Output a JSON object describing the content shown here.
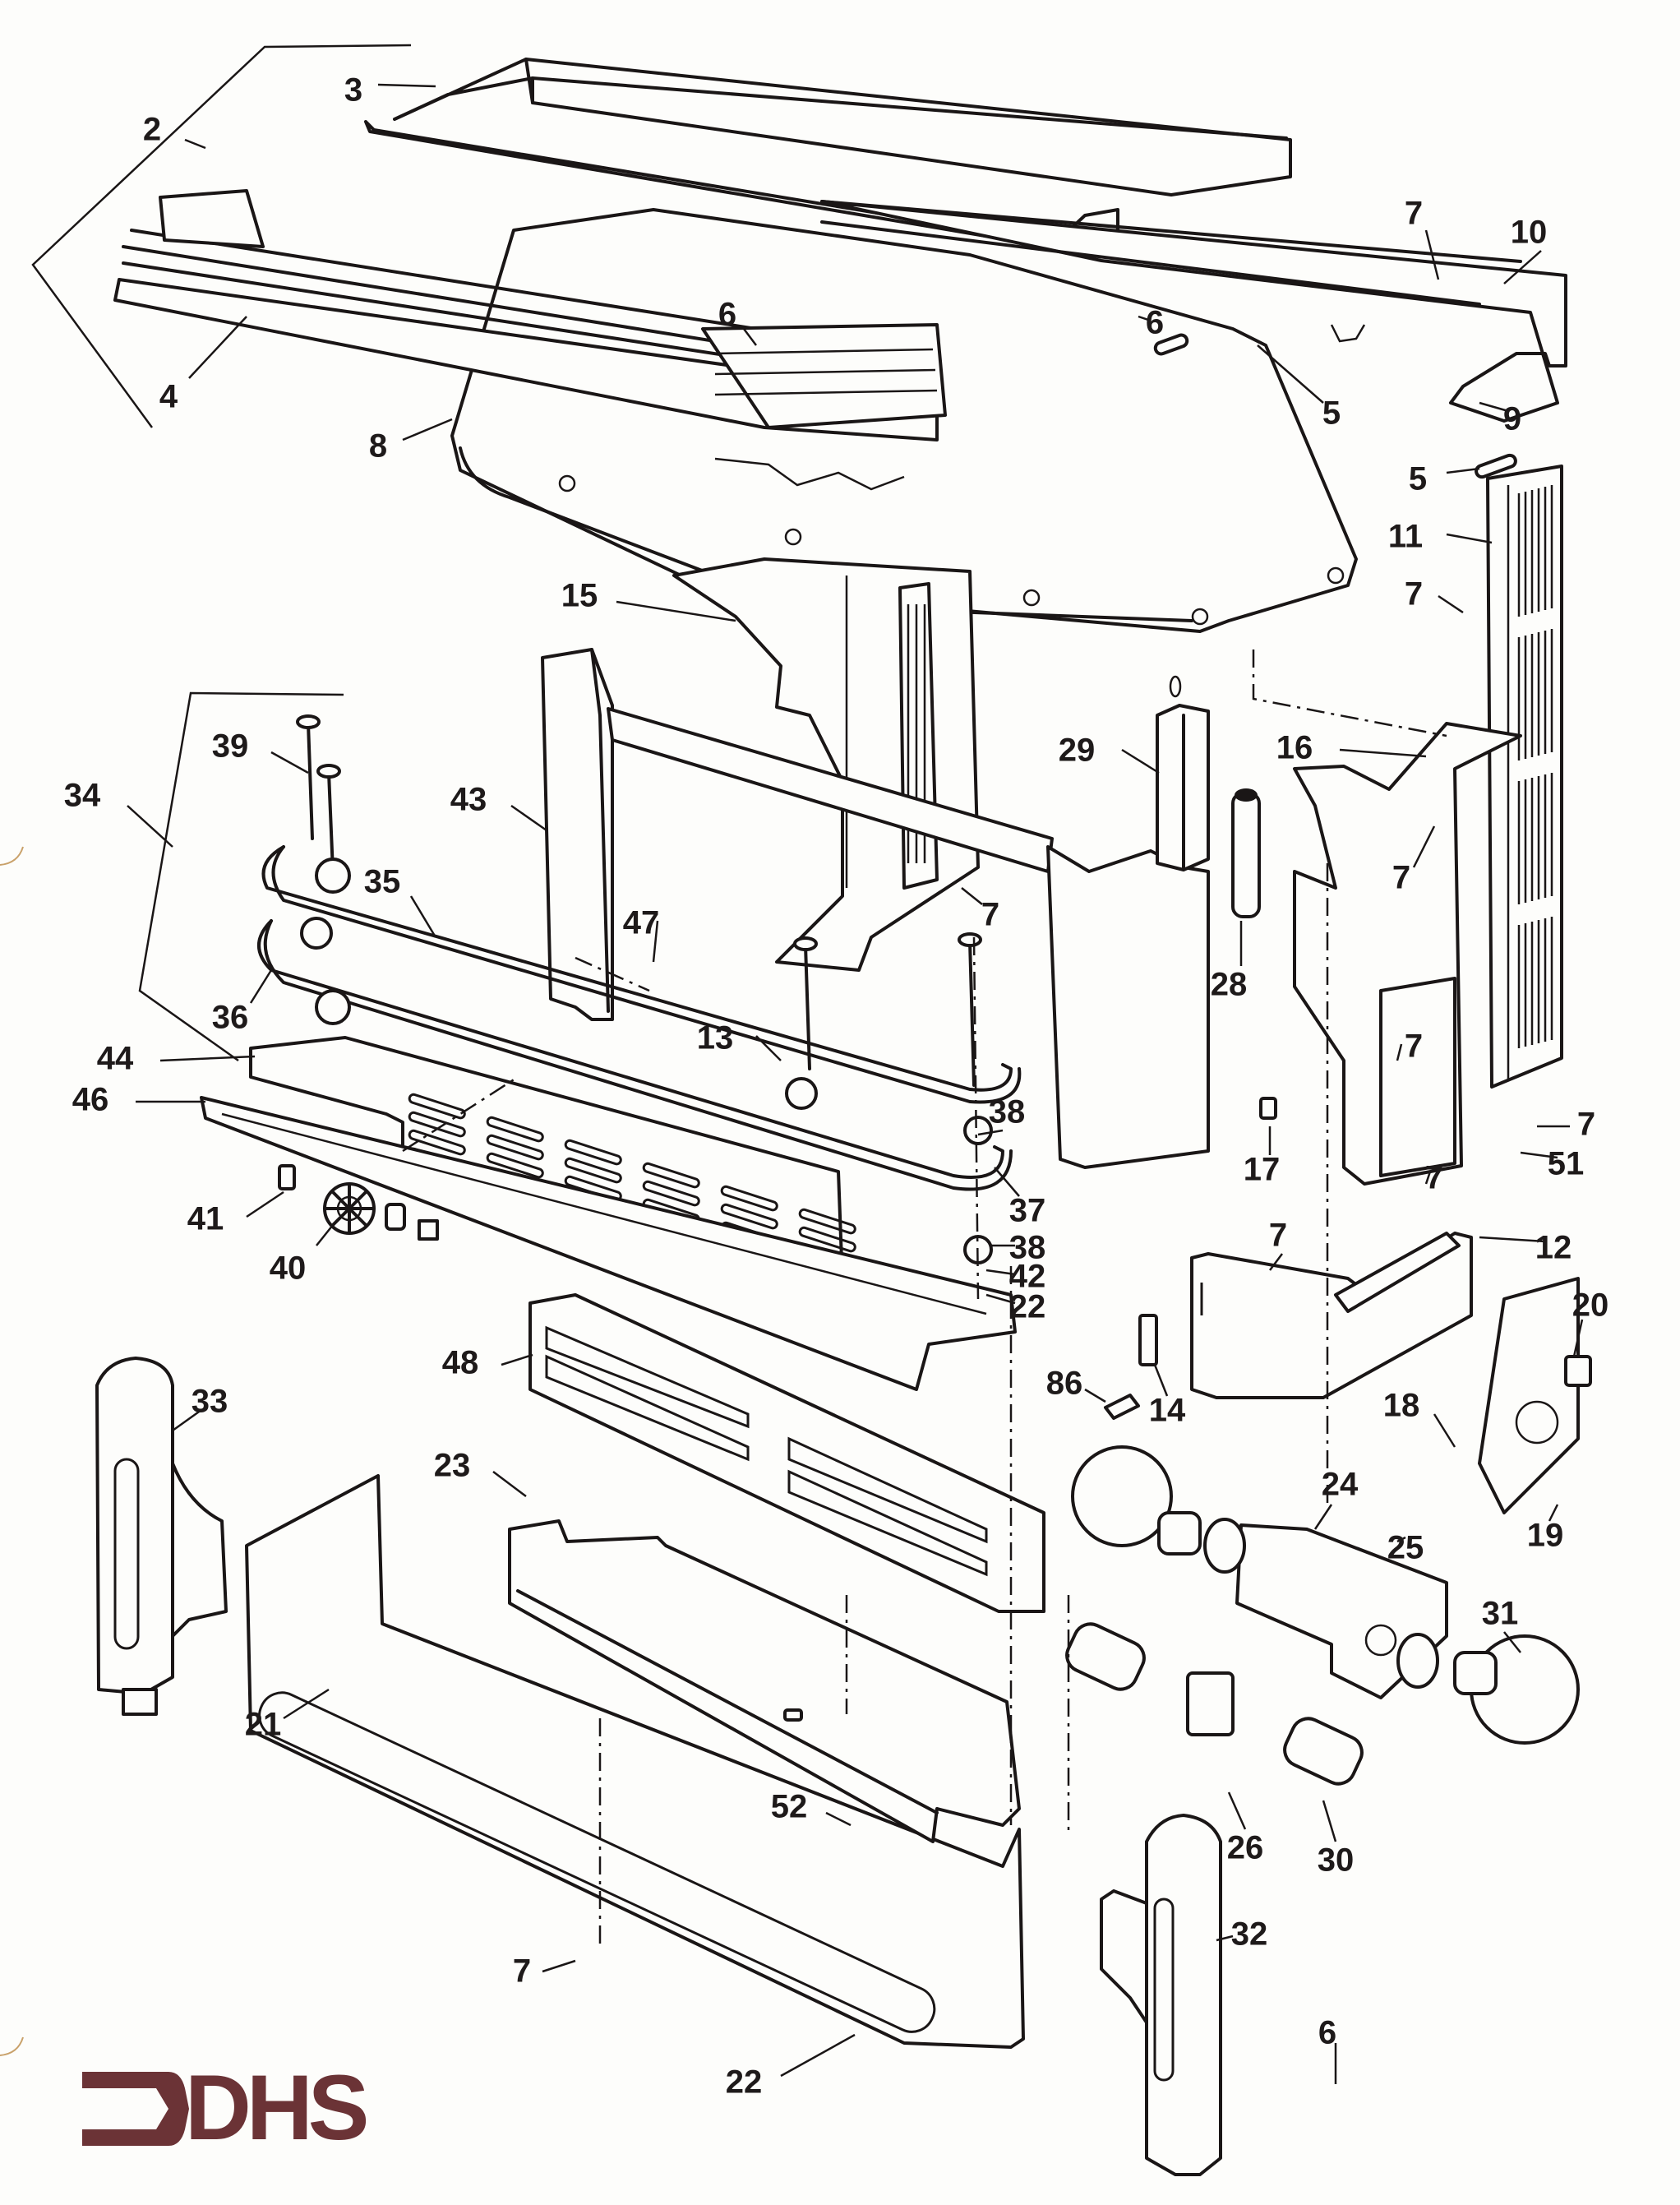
{
  "document": {
    "type": "exploded-parts-diagram",
    "brand": {
      "name": "DHS",
      "color": "#6b3336"
    },
    "line_color": "#1a1616",
    "paper_color": "#fdfdfb"
  },
  "callouts": [
    "2",
    "3",
    "4",
    "8",
    "6",
    "6",
    "7",
    "10",
    "5",
    "9",
    "5",
    "11",
    "7",
    "15",
    "29",
    "16",
    "7",
    "28",
    "39",
    "34",
    "43",
    "35",
    "47",
    "7",
    "36",
    "13",
    "44",
    "46",
    "38",
    "7",
    "7",
    "51",
    "17",
    "7",
    "41",
    "37",
    "40",
    "38",
    "42",
    "22",
    "7",
    "12",
    "86",
    "14",
    "48",
    "20",
    "33",
    "18",
    "23",
    "24",
    "25",
    "19",
    "31",
    "21",
    "26",
    "30",
    "52",
    "32",
    "7",
    "22",
    "6"
  ],
  "part_numbers": [
    "2",
    "3",
    "4",
    "5",
    "6",
    "7",
    "8",
    "9",
    "10",
    "11",
    "12",
    "13",
    "14",
    "15",
    "16",
    "17",
    "18",
    "19",
    "20",
    "21",
    "22",
    "23",
    "24",
    "25",
    "26",
    "28",
    "29",
    "30",
    "31",
    "32",
    "33",
    "34",
    "35",
    "36",
    "37",
    "38",
    "39",
    "40",
    "41",
    "42",
    "43",
    "44",
    "46",
    "47",
    "48",
    "51",
    "52",
    "86"
  ]
}
